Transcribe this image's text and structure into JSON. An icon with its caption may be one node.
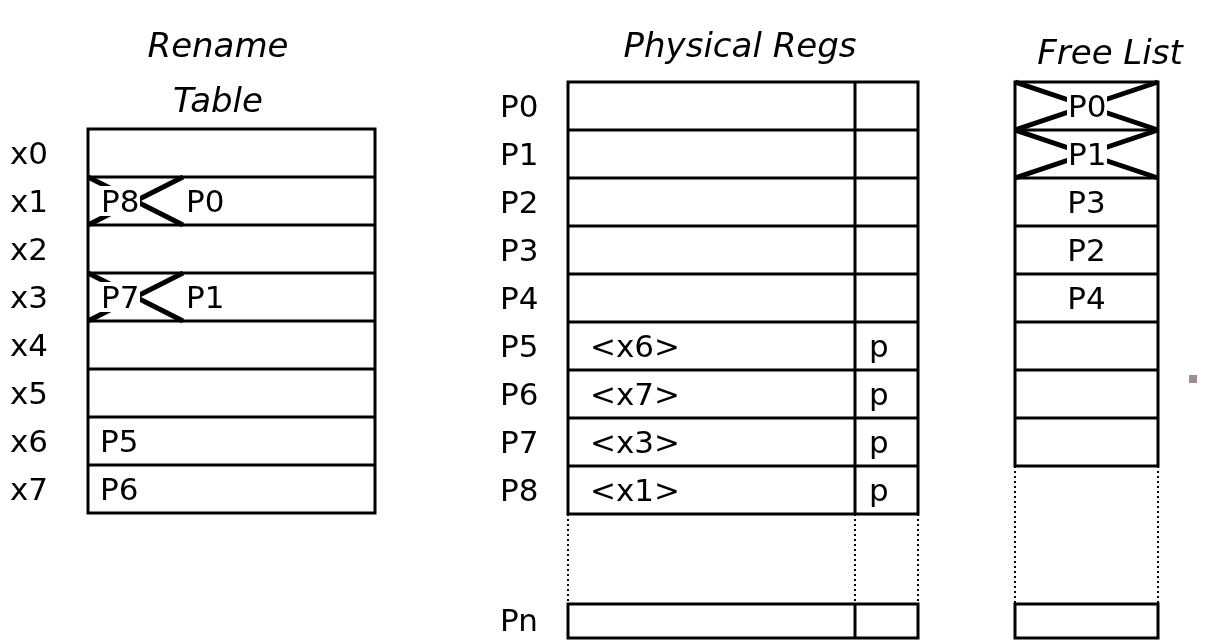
{
  "diagram": {
    "labels": [
      "Rename Table",
      "Physical Regs",
      "Free List",
      "x0",
      "x1",
      "P8",
      "P0",
      "x2",
      "x3",
      "P7",
      "P1",
      "x4",
      "x5",
      "x6",
      "P5",
      "x7",
      "P6",
      "P0",
      "P1",
      "P2",
      "P3",
      "P4",
      "P5",
      "<x6>",
      "p",
      "P6",
      "<x7>",
      "p",
      "P7",
      "<x3>",
      "p",
      "P8",
      "<x1>",
      "p",
      "Pn",
      "P0",
      "P1",
      "P3",
      "P2",
      "P4"
    ]
  }
}
